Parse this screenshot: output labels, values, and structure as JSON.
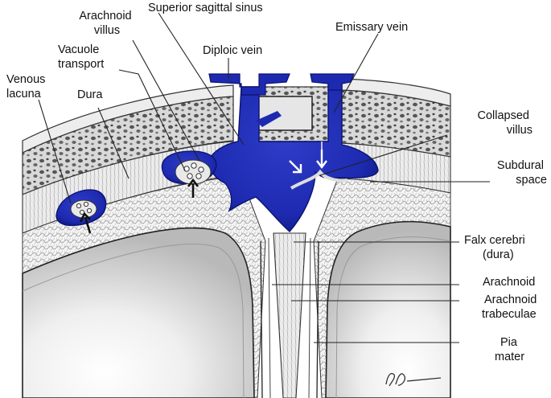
{
  "labels": {
    "superior_sagittal_sinus": "Superior sagittal sinus",
    "arachnoid_villus": [
      "Arachnoid",
      "villus"
    ],
    "diploic_vein": "Diploic vein",
    "emissary_vein": "Emissary vein",
    "vacuole_transport": [
      "Vacuole",
      "transport"
    ],
    "venous_lacuna": [
      "Venous",
      "lacuna"
    ],
    "dura": "Dura",
    "collapsed_villus": [
      "Collapsed",
      "villus"
    ],
    "subdural_space": [
      "Subdural",
      "space"
    ],
    "falx_cerebri": [
      "Falx cerebri",
      "(dura)"
    ],
    "arachnoid": "Arachnoid",
    "arachnoid_trabeculae": [
      "Arachnoid",
      "trabeculae"
    ],
    "pia_mater": [
      "Pia",
      "mater"
    ]
  },
  "colors": {
    "sinus_blue": "#1d2ab0",
    "sinus_dark": "#0a1370",
    "bone_fill": "#cfcfcf",
    "brain_gray": "#d8d8d8"
  }
}
